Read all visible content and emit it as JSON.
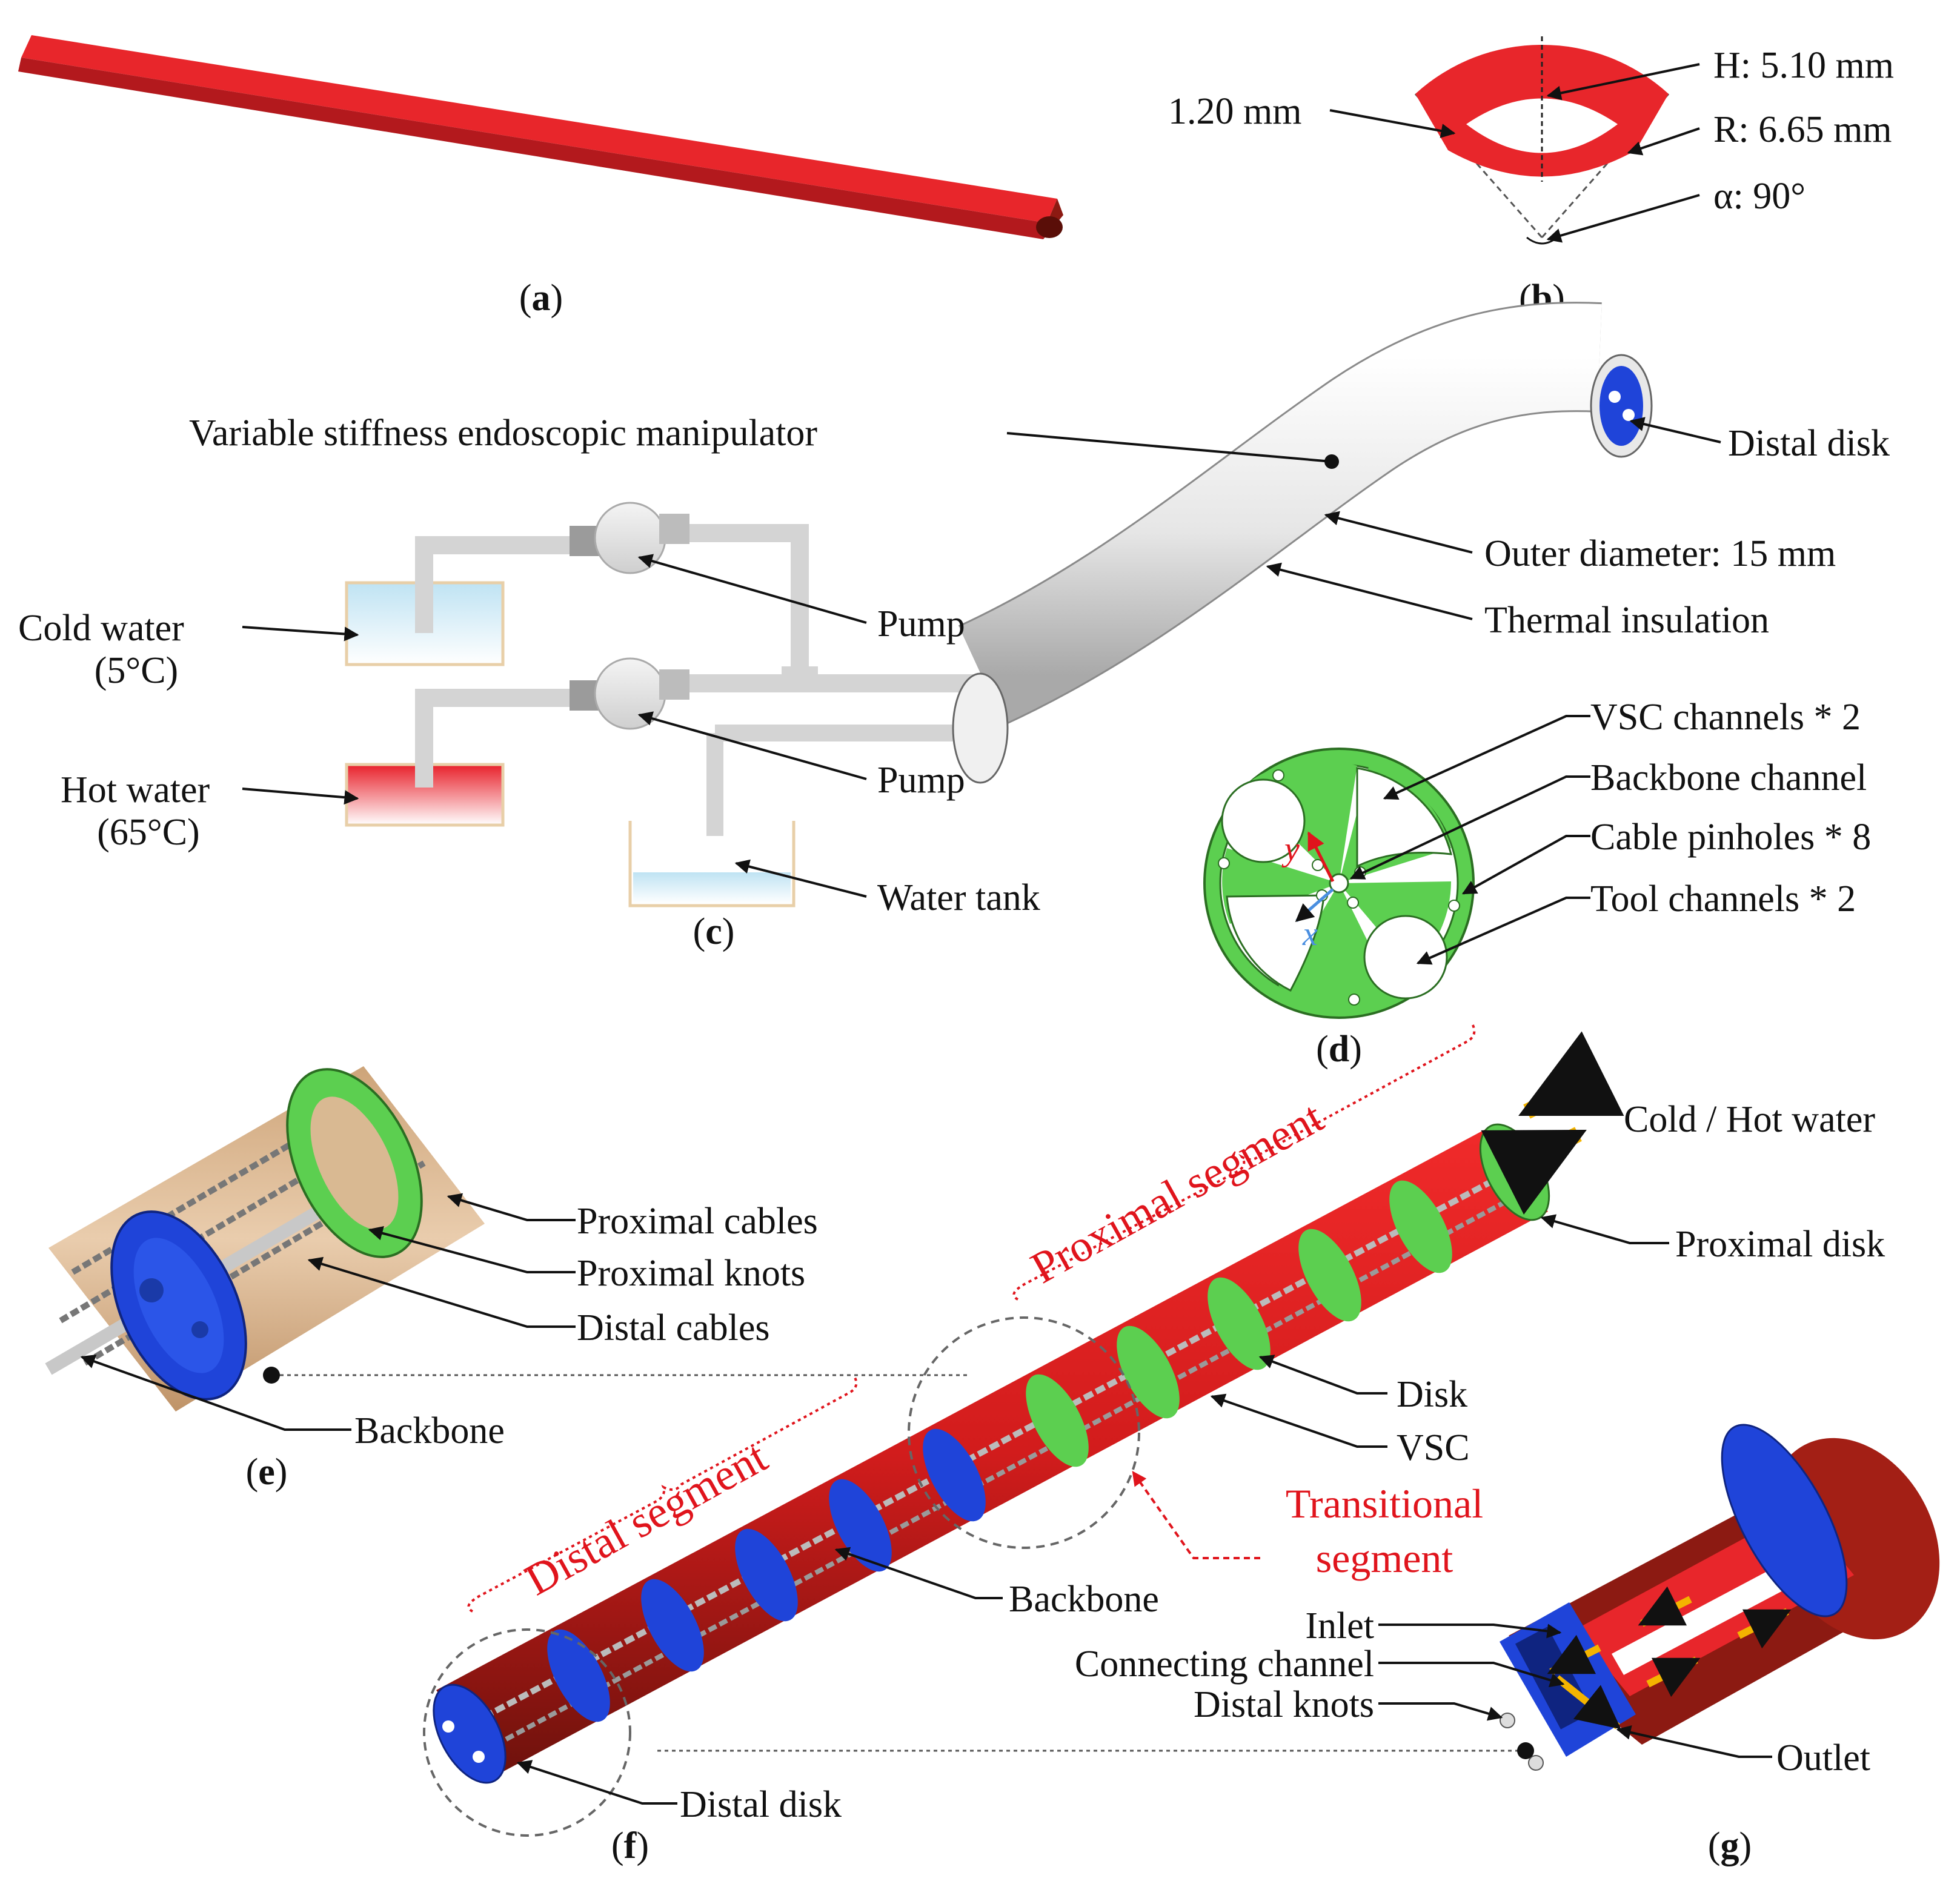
{
  "colors": {
    "vsc_red": "#e8262b",
    "dark_red": "#8c1a12",
    "disk_green": "#5ccf50",
    "disk_blue": "#1f44d9",
    "annotation_red": "#e0141c",
    "arrow_yellow": "#f4b400",
    "cold_water": "#cfe9f5",
    "hot_water": "#e8202a"
  },
  "panels": {
    "a": {
      "caption_open": "(",
      "caption_letter": "a",
      "caption_close": ")"
    },
    "b": {
      "caption_open": "(",
      "caption_letter": "b",
      "caption_close": ")",
      "thickness": "1.20 mm",
      "height": "H: 5.10 mm",
      "radius": "R: 6.65 mm",
      "angle": "α: 90°"
    },
    "c": {
      "caption_open": "(",
      "caption_letter": "c",
      "caption_close": ")",
      "manipulator": "Variable stiffness endoscopic manipulator",
      "distal_disk": "Distal disk",
      "outer_diameter": "Outer diameter: 15 mm",
      "thermal_insulation": "Thermal insulation",
      "cold_water": "Cold water",
      "cold_temp": "(5°C)",
      "hot_water": "Hot water",
      "hot_temp": "(65°C)",
      "pump_top": "Pump",
      "pump_bottom": "Pump",
      "water_tank": "Water tank"
    },
    "d": {
      "caption_open": "(",
      "caption_letter": "d",
      "caption_close": ")",
      "vsc_channels": "VSC channels * 2",
      "backbone_channel": "Backbone channel",
      "cable_pinholes": "Cable pinholes * 8",
      "tool_channels": "Tool channels * 2",
      "axis_y": "y",
      "axis_x": "x"
    },
    "e": {
      "caption_open": "(",
      "caption_letter": "e",
      "caption_close": ")",
      "proximal_cables": "Proximal cables",
      "proximal_knots": "Proximal knots",
      "distal_cables": "Distal cables",
      "backbone": "Backbone"
    },
    "f": {
      "caption_open": "(",
      "caption_letter": "f",
      "caption_close": ")",
      "proximal_segment": "Proximal segment",
      "distal_segment": "Distal segment",
      "transitional_1": "Transitional",
      "transitional_2": "segment",
      "cold_hot_water": "Cold / Hot water",
      "proximal_disk": "Proximal disk",
      "disk": "Disk",
      "vsc": "VSC",
      "backbone": "Backbone",
      "distal_disk": "Distal disk"
    },
    "g": {
      "caption_open": "(",
      "caption_letter": "g",
      "caption_close": ")",
      "inlet": "Inlet",
      "connecting_channel": "Connecting channel",
      "distal_knots": "Distal knots",
      "outlet": "Outlet"
    }
  }
}
